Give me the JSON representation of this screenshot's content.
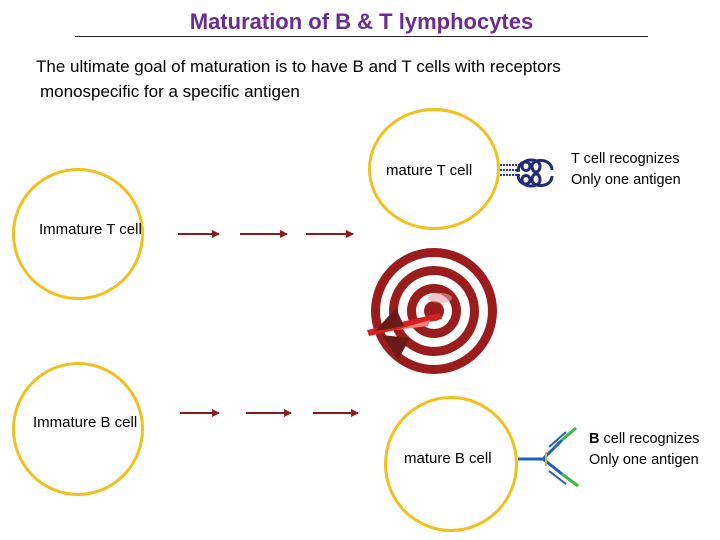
{
  "title": "Maturation of B & T lymphocytes",
  "intro": {
    "line1": "The ultimate goal of maturation is to have  B and T cells with receptors",
    "line2": "monospecific for a specific antigen"
  },
  "cells": {
    "mature_t": "mature T cell",
    "immature_t": "Immature T cell",
    "immature_b": "Immature B cell",
    "mature_b": "mature B cell"
  },
  "t_note": {
    "line1": "T cell recognizes",
    "line2": "Only one antigen"
  },
  "b_note": {
    "bold": "B",
    "line1_rest": " cell recognizes",
    "line2": "Only one antigen"
  },
  "colors": {
    "title": "#6a2c91",
    "circle": "#f2c01e",
    "arrow": "#8b1a1a",
    "target": "#9b1c1c",
    "receptor_blue": "#1f5fbf",
    "receptor_green": "#39b54a"
  },
  "icons": [
    "arrow-icon",
    "target-icon",
    "dart-icon",
    "t-cell-receptor-icon",
    "b-cell-receptor-icon"
  ]
}
